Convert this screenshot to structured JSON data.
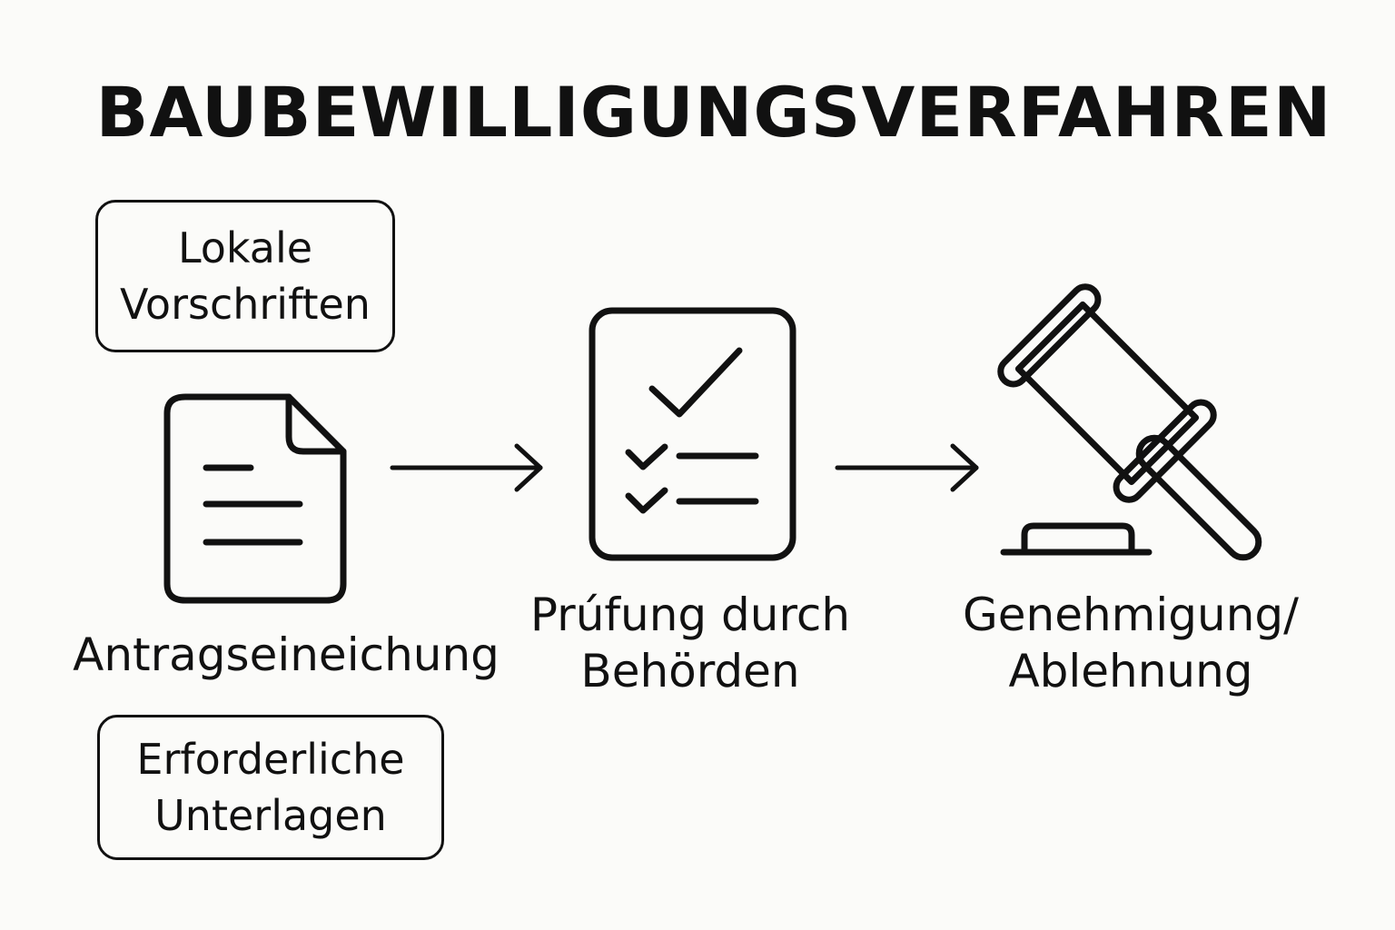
{
  "title": "BAUBEWILLIGUNGSVERFAHREN",
  "notes": {
    "local_rules": {
      "line1": "Lokale",
      "line2": "Vorschriften"
    },
    "required_documents": {
      "line1": "Erforderliche",
      "line2": "Unterlagen"
    }
  },
  "steps": [
    {
      "lines": [
        "Antragseineichung"
      ],
      "icon": "document-icon"
    },
    {
      "lines": [
        "Prúfung durch",
        "Behörden"
      ],
      "icon": "checklist-icon"
    },
    {
      "lines": [
        "Genehmigung/",
        "Ablehnung"
      ],
      "icon": "gavel-icon"
    }
  ],
  "colors": {
    "background": "#fbfbf9",
    "ink": "#111111"
  }
}
